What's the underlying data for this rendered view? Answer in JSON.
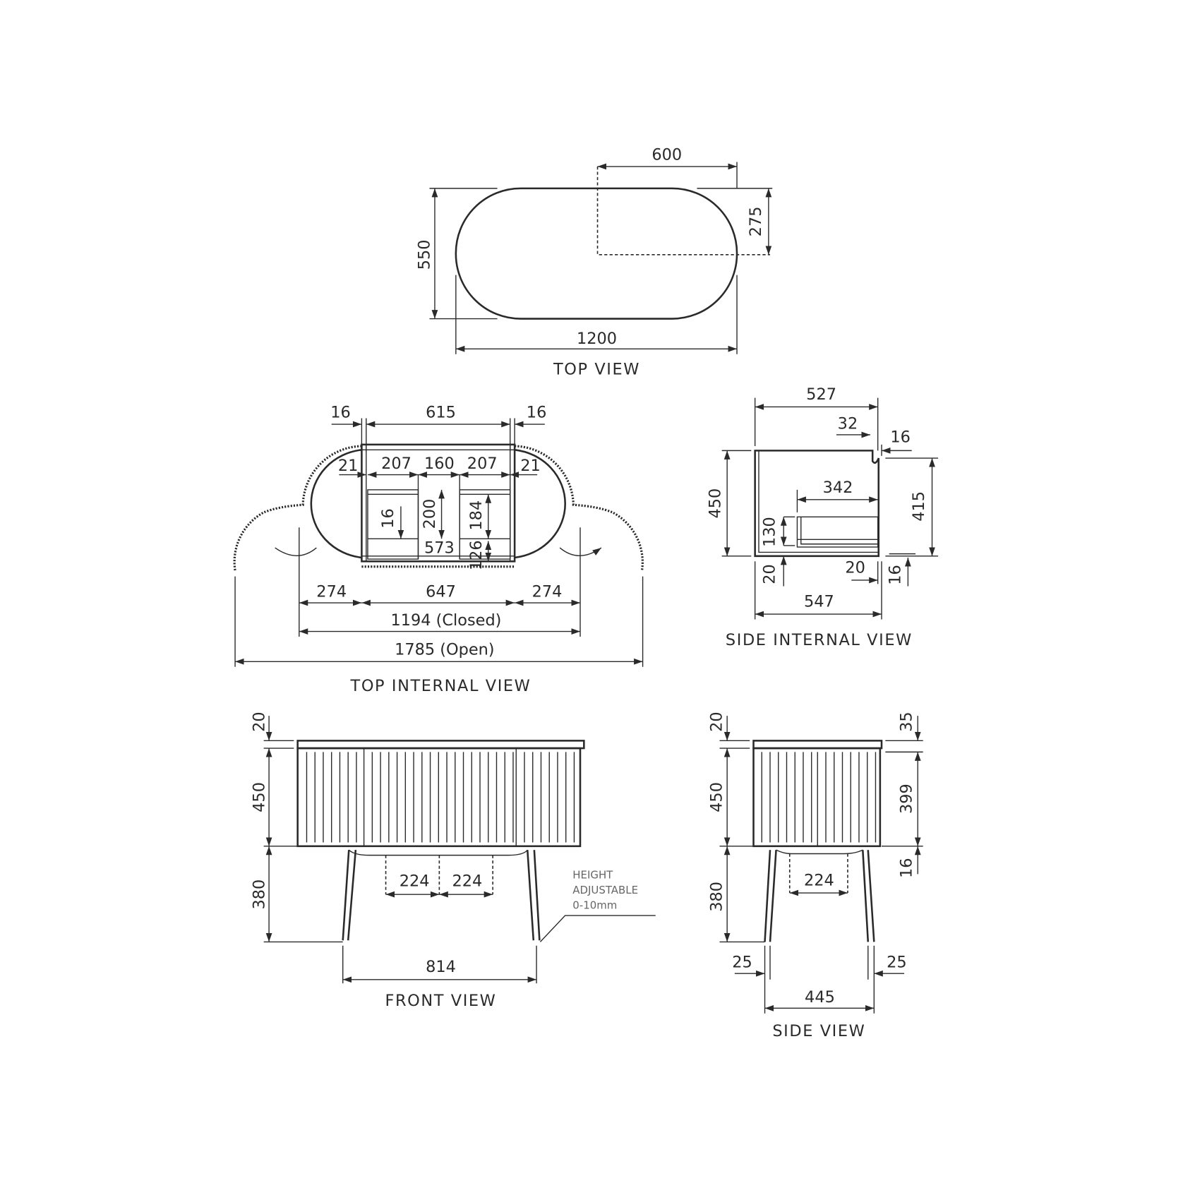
{
  "top_view": {
    "title": "TOP VIEW",
    "dims": {
      "length": "1200",
      "depth": "550",
      "half_length": "600",
      "half_depth": "275"
    }
  },
  "top_internal_view": {
    "title": "TOP INTERNAL VIEW",
    "dims": {
      "side_left": "16",
      "inner_width": "615",
      "side_right": "16",
      "inner_left": "207",
      "inner_mid": "160",
      "inner_right": "207",
      "gap_left": "21",
      "gap_right": "21",
      "shelf_thickness": "16",
      "mid_depth": "200",
      "compartment_depth": "184",
      "inner_back": "573",
      "lower_gap": "126",
      "door_left": "274",
      "body": "647",
      "door_right": "274",
      "closed": "1194 (Closed)",
      "open": "1785 (Open)"
    }
  },
  "side_internal_view": {
    "title": "SIDE INTERNAL VIEW",
    "dims": {
      "top_depth": "527",
      "rebate": "32",
      "back_panel": "16",
      "height": "450",
      "inner_height": "415",
      "drawer_depth": "342",
      "drawer_height": "130",
      "base_left": "20",
      "base_right": "20",
      "base_lip": "16",
      "overall_depth": "547"
    }
  },
  "front_view": {
    "title": "FRONT VIEW",
    "dims": {
      "top": "20",
      "body": "450",
      "legs": "380",
      "leg_spacing_left": "224",
      "leg_spacing_right": "224",
      "leg_span": "814"
    },
    "note": [
      "HEIGHT",
      "ADJUSTABLE",
      "0-10mm"
    ]
  },
  "side_view": {
    "title": "SIDE VIEW",
    "dims": {
      "top": "20",
      "body": "450",
      "legs": "380",
      "top_right": "35",
      "door": "399",
      "lower": "16",
      "leg_spacing": "224",
      "leg_inset_left": "25",
      "leg_inset_right": "25",
      "leg_span": "445"
    }
  }
}
